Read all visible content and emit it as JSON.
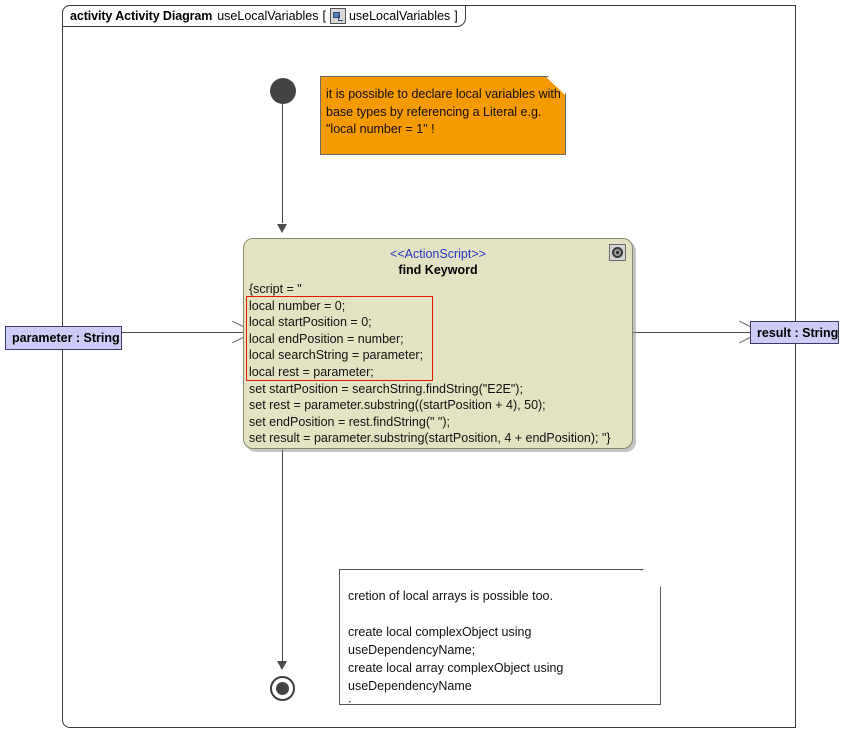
{
  "frame": {
    "keyword": "activity Activity Diagram",
    "name": "useLocalVariables",
    "bracket_open": "[",
    "icon_label": "diagram-icon",
    "inner_name": "useLocalVariables",
    "bracket_close": "]"
  },
  "nodes": {
    "initial": "initial-node",
    "final": "activity-final-node"
  },
  "action": {
    "stereotype": "<<ActionScript>>",
    "title": "find Keyword",
    "script_lines": [
      "{script = \"",
      "local number = 0;",
      "local startPosition = 0;",
      "local endPosition = number;",
      "local searchString = parameter;",
      "local rest = parameter;",
      "set startPosition = searchString.findString(\"E2E\");",
      "set rest = parameter.substring((startPosition + 4), 50);",
      "set endPosition = rest.findString(\" \");",
      "set result = parameter.substring(startPosition, 4 + endPosition); \"}"
    ],
    "highlight_color": "#e01b00",
    "fill_color": "#e3e3c3",
    "stereotype_color": "#2736c8"
  },
  "pins": {
    "input": "parameter : String",
    "output": "result : String",
    "fill_color": "#ccccf6"
  },
  "notes": {
    "orange": {
      "text": "it is possible to declare local variables with\nbase types by referencing a Literal e.g.\n\"local number = 1\" !",
      "color": "#f59a00"
    },
    "white": {
      "text": "cretion of local arrays is possible too.\n\ncreate local complexObject using\nuseDependencyName;\ncreate local array complexObject using\nuseDependencyName\n;",
      "color": "#ffffff"
    }
  }
}
